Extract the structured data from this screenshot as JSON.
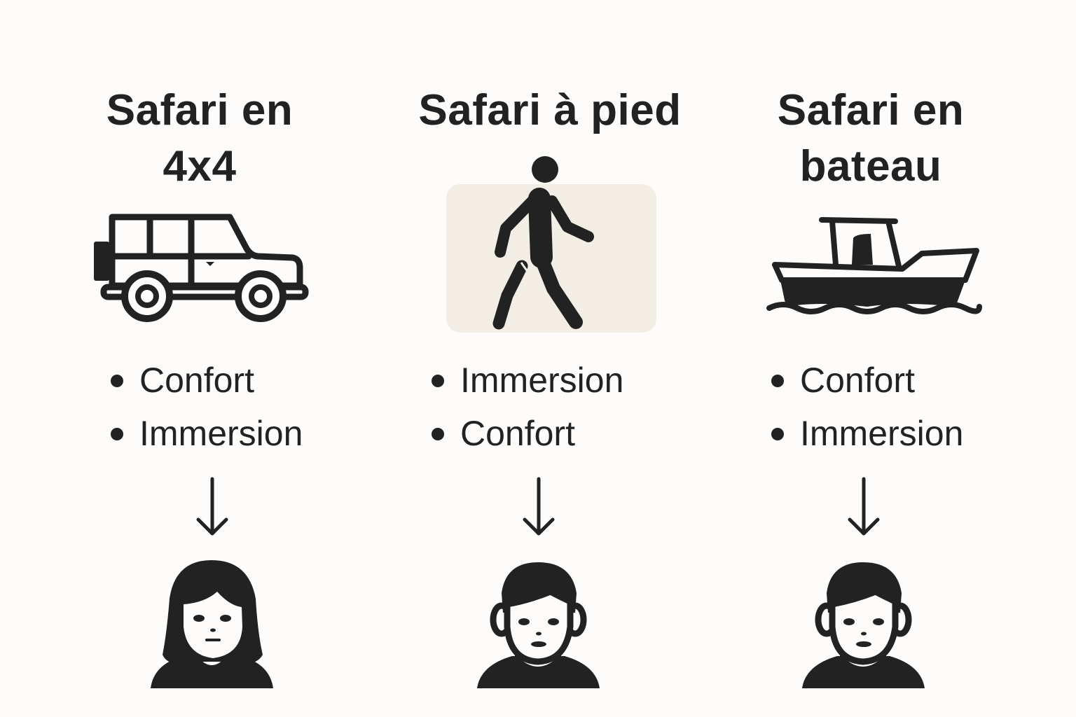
{
  "colors": {
    "background": "#fdfcfa",
    "ink": "#222222",
    "highlight_panel": "#f3eee5"
  },
  "columns": [
    {
      "title_lines": [
        "Safari en",
        "4x4"
      ],
      "icon": "jeep-4x4-icon",
      "bullets": [
        "Confort",
        "Immersion"
      ],
      "arrow": "arrow-down-icon",
      "person": "woman-avatar-icon"
    },
    {
      "title_lines": [
        "Safari à pied"
      ],
      "icon": "walking-person-icon",
      "highlighted": true,
      "bullets": [
        "Immersion",
        "Confort"
      ],
      "arrow": "arrow-down-icon",
      "person": "man-avatar-icon"
    },
    {
      "title_lines": [
        "Safari en",
        "bateau"
      ],
      "icon": "boat-icon",
      "bullets": [
        "Confort",
        "Immersion"
      ],
      "arrow": "arrow-down-icon",
      "person": "man-avatar-icon"
    }
  ]
}
